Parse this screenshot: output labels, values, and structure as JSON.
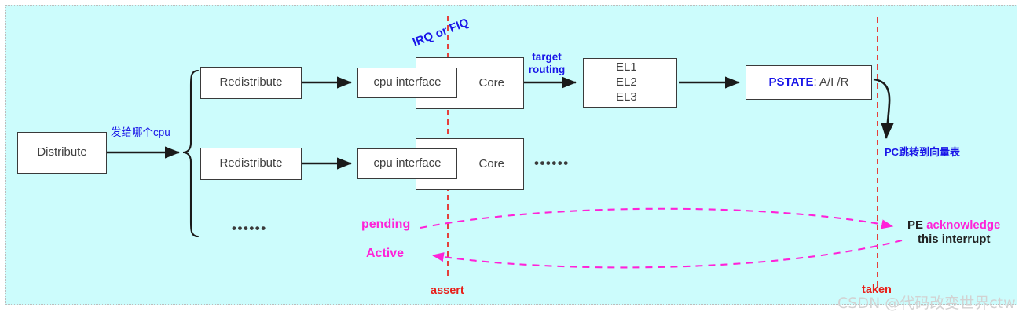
{
  "diagram": {
    "title": "GIC interrupt distribution and PE acknowledge flow",
    "background_color": "#ccfcfc",
    "accent_blue": "#1a16e8",
    "accent_red": "#e8201a",
    "accent_magenta": "#ff22d8"
  },
  "nodes": {
    "distribute": "Distribute",
    "redistribute_top": "Redistribute",
    "redistribute_bottom": "Redistribute",
    "cpu_interface_top": "cpu interface",
    "cpu_interface_bottom": "cpu interface",
    "core_top": "Core",
    "core_bottom": "Core",
    "el_box": {
      "line1": "EL1",
      "line2": "EL2",
      "line3": "EL3"
    },
    "pstate": {
      "name": "PSTATE",
      "value": ": A/I /R"
    }
  },
  "edge_labels": {
    "to_redistribute": "发给哪个cpu",
    "irq_or_fiq": "IRQ or FIQ",
    "target_routing_line1": "target",
    "target_routing_line2": "routing",
    "pc_jump": "PC跳转到向量表"
  },
  "ellipsis": {
    "under_brace": "••••••",
    "beside_core": "••••••"
  },
  "timeline": {
    "assert_label": "assert",
    "taken_label": "taken"
  },
  "states": {
    "pending": "pending",
    "active": "Active",
    "acknowledge_prefix": "PE ",
    "acknowledge_word": "acknowledge",
    "acknowledge_line2": "this interrupt"
  },
  "watermark": "CSDN @代码改变世界ctw"
}
